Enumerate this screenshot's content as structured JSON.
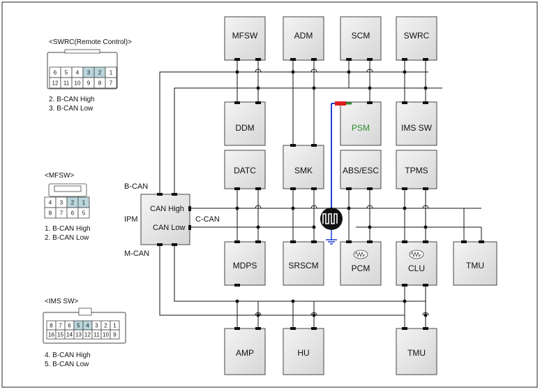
{
  "modules": {
    "mfsw": "MFSW",
    "adm": "ADM",
    "scm": "SCM",
    "swrc": "SWRC",
    "ddm": "DDM",
    "psm": "PSM",
    "ims_sw": "IMS SW",
    "datc": "DATC",
    "smk": "SMK",
    "abs_esc": "ABS/ESC",
    "tpms": "TPMS",
    "mdps": "MDPS",
    "srscm": "SRSCM",
    "pcm": "PCM",
    "clu": "CLU",
    "tmu_right": "TMU",
    "amp": "AMP",
    "hu": "HU",
    "tmu_bottom": "TMU"
  },
  "ipm": {
    "label": "IPM",
    "can_high": "CAN High",
    "can_low": "CAN Low"
  },
  "bus_labels": {
    "b_can": "B-CAN",
    "c_can": "C-CAN",
    "m_can": "M-CAN"
  },
  "colors": {
    "highlight_module": "#2e8b2e",
    "probe_wire": "#1f3fd0",
    "probe_tip": "#e02020",
    "pin_highlight": "#b9d6dc"
  },
  "connectors": {
    "swrc": {
      "title": "<SWRC(Remote Control)>",
      "top_row": [
        "6",
        "5",
        "4",
        "3",
        "2",
        "1"
      ],
      "bottom_row": [
        "12",
        "11",
        "10",
        "9",
        "8",
        "7"
      ],
      "pins": [
        "2. B-CAN High",
        "3. B-CAN Low"
      ]
    },
    "mfsw": {
      "title": "<MFSW>",
      "top_row": [
        "4",
        "3",
        "2",
        "1"
      ],
      "bottom_row": [
        "8",
        "7",
        "6",
        "5"
      ],
      "pins": [
        "1. B-CAN High",
        "2. B-CAN Low"
      ]
    },
    "ims_sw": {
      "title": "<IMS SW>",
      "top_row": [
        "8",
        "7",
        "6",
        "5",
        "4",
        "3",
        "2",
        "1"
      ],
      "bottom_row": [
        "16",
        "15",
        "14",
        "13",
        "12",
        "11",
        "10",
        "9"
      ],
      "pins": [
        "4. B-CAN High",
        "5. B-CAN Low"
      ]
    }
  }
}
